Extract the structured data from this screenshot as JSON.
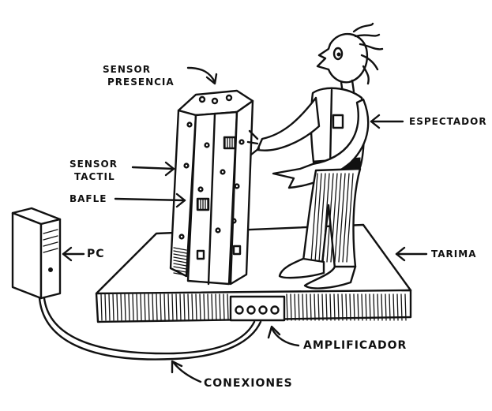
{
  "labels": {
    "sensor_presencia_1": "SENSOR",
    "sensor_presencia_2": "PRESENCIA",
    "espectador": "ESPECTADOR",
    "sensor_tactil_1": "SENSOR",
    "sensor_tactil_2": "TACTIL",
    "bafle": "BAFLE",
    "pc": "PC",
    "tarima": "TARIMA",
    "amplificador": "AMPLIFICADOR",
    "conexiones": "CONEXIONES"
  },
  "colors": {
    "ink": "#111111",
    "paper": "#ffffff"
  }
}
